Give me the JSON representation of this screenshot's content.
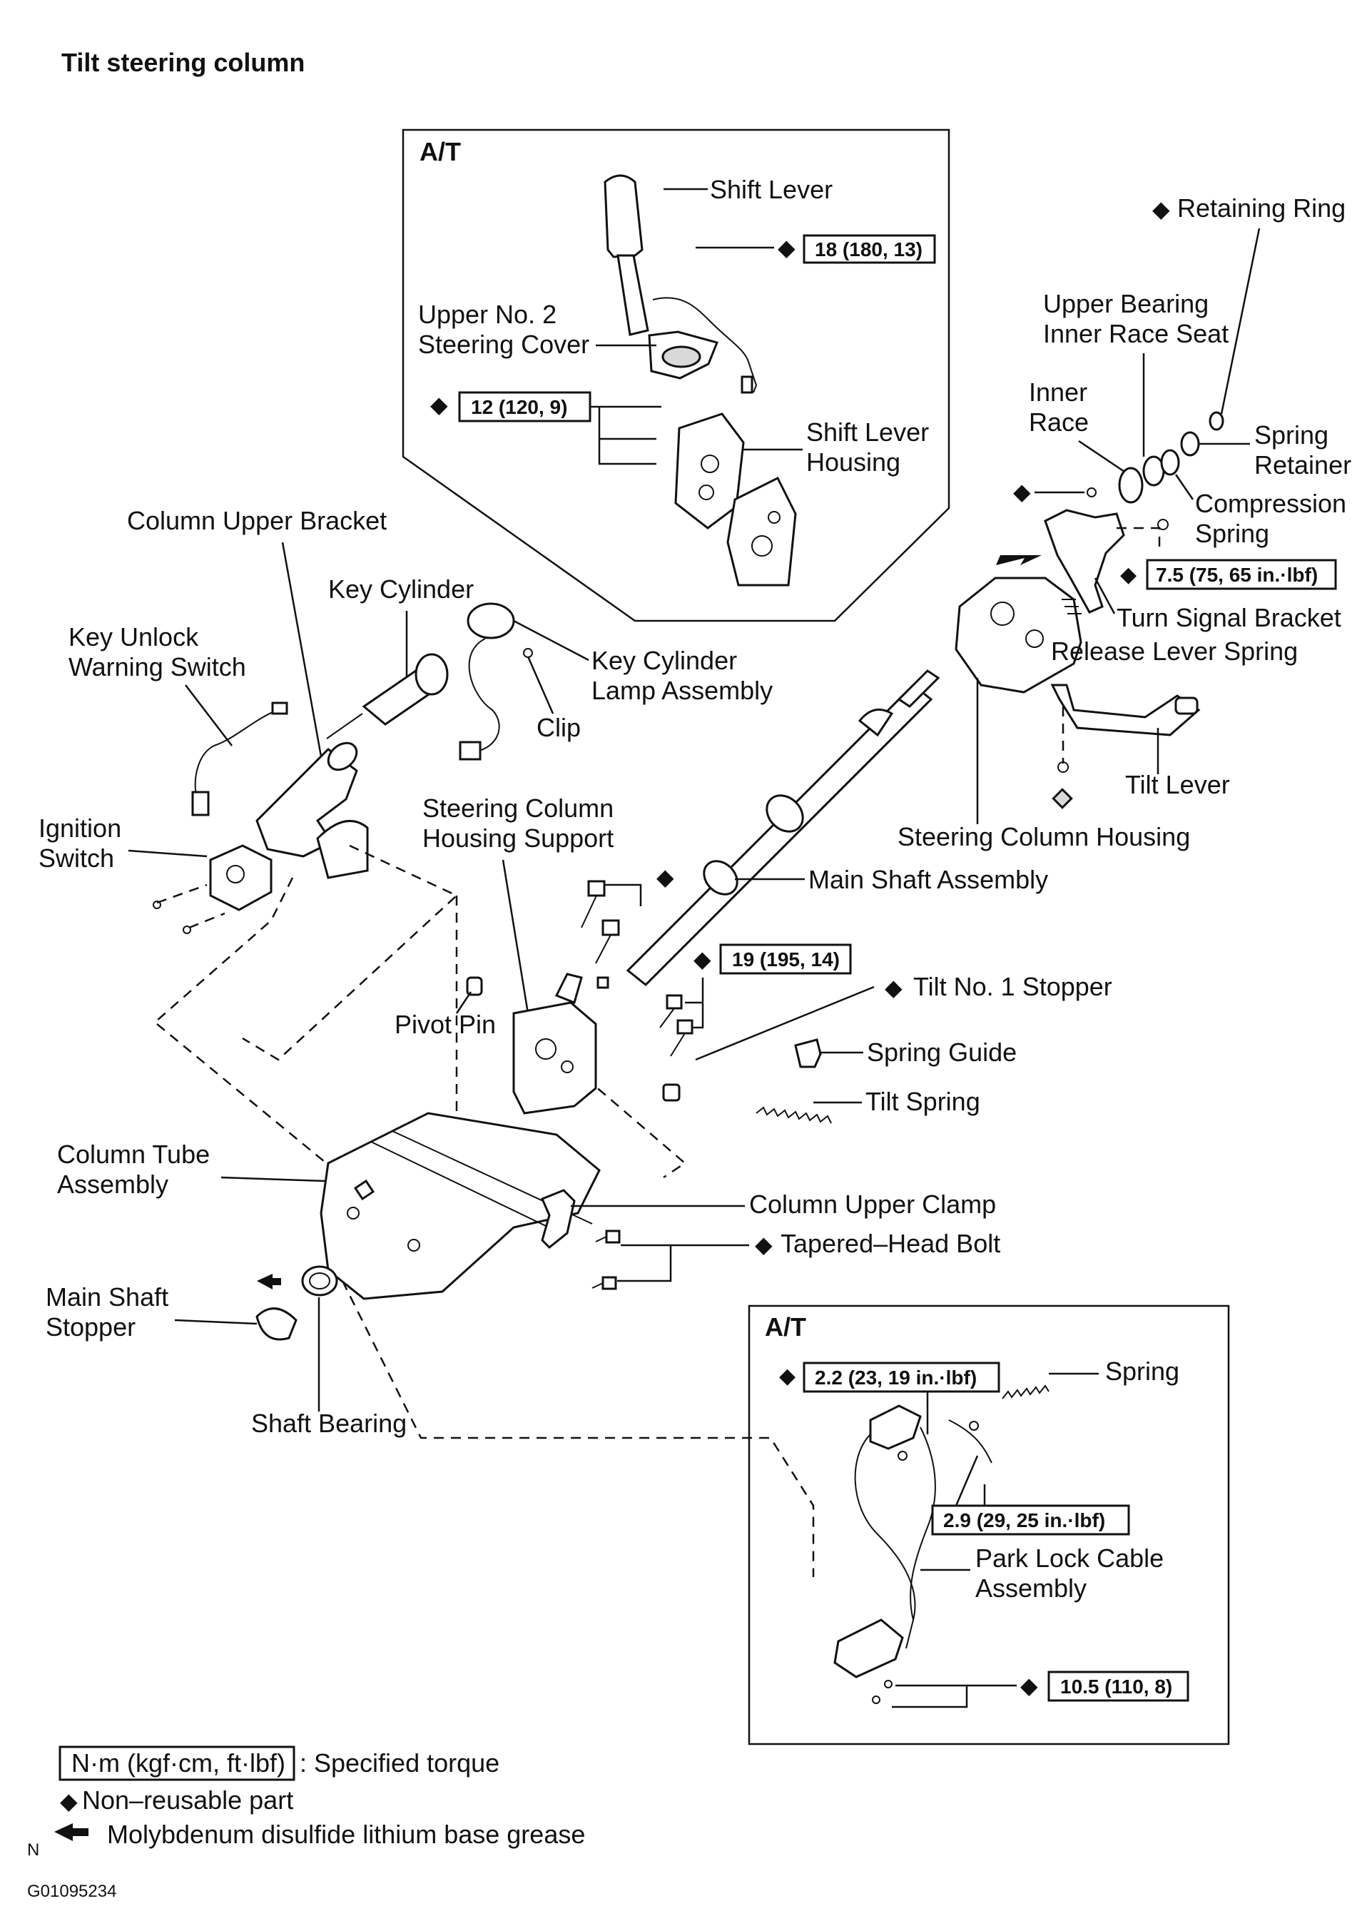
{
  "title": "Tilt steering column",
  "at_label_upper": "A/T",
  "at_label_lower": "A/T",
  "labels": {
    "shift_lever": "Shift Lever",
    "upper_no2_steering_cover_1": "Upper No. 2",
    "upper_no2_steering_cover_2": "Steering Cover",
    "shift_lever_housing_1": "Shift Lever",
    "shift_lever_housing_2": "Housing",
    "retaining_ring": "Retaining Ring",
    "upper_bearing_1": "Upper Bearing",
    "upper_bearing_2": "Inner Race Seat",
    "inner_race_1": "Inner",
    "inner_race_2": "Race",
    "spring_retainer_1": "Spring",
    "spring_retainer_2": "Retainer",
    "compression_spring_1": "Compression",
    "compression_spring_2": "Spring",
    "turn_signal_bracket": "Turn Signal Bracket",
    "release_lever_spring": "Release Lever Spring",
    "tilt_lever": "Tilt Lever",
    "steering_column_housing": "Steering Column Housing",
    "column_upper_bracket": "Column Upper Bracket",
    "key_cylinder": "Key Cylinder",
    "key_unlock_1": "Key Unlock",
    "key_unlock_2": "Warning Switch",
    "key_cyl_lamp_1": "Key Cylinder",
    "key_cyl_lamp_2": "Lamp Assembly",
    "clip": "Clip",
    "ignition_switch_1": "Ignition",
    "ignition_switch_2": "Switch",
    "sc_housing_support_1": "Steering Column",
    "sc_housing_support_2": "Housing Support",
    "main_shaft_assembly": "Main Shaft Assembly",
    "pivot_pin": "Pivot Pin",
    "tilt_no1_stopper": "Tilt No. 1 Stopper",
    "spring_guide": "Spring Guide",
    "tilt_spring": "Tilt Spring",
    "column_tube_1": "Column Tube",
    "column_tube_2": "Assembly",
    "column_upper_clamp": "Column Upper Clamp",
    "tapered_head_bolt": "Tapered–Head Bolt",
    "main_shaft_stopper_1": "Main Shaft",
    "main_shaft_stopper_2": "Stopper",
    "shaft_bearing": "Shaft Bearing",
    "spring": "Spring",
    "park_lock_cable_1": "Park Lock Cable",
    "park_lock_cable_2": "Assembly"
  },
  "torques": {
    "t18": "18 (180, 13)",
    "t12": "12 (120, 9)",
    "t75": "7.5 (75, 65 in.·lbf)",
    "t19": "19 (195, 14)",
    "t22": "2.2 (23, 19 in.·lbf)",
    "t29": "2.9 (29, 25 in.·lbf)",
    "t105": "10.5 (110, 8)"
  },
  "legend": {
    "unit_box": "N·m (kgf·cm, ft·lbf)",
    "unit_desc": ": Specified torque",
    "non_reusable": "Non–reusable part",
    "grease": "Molybdenum disulfide lithium base grease",
    "n_mark": "N"
  },
  "figure_code": "G01095234"
}
